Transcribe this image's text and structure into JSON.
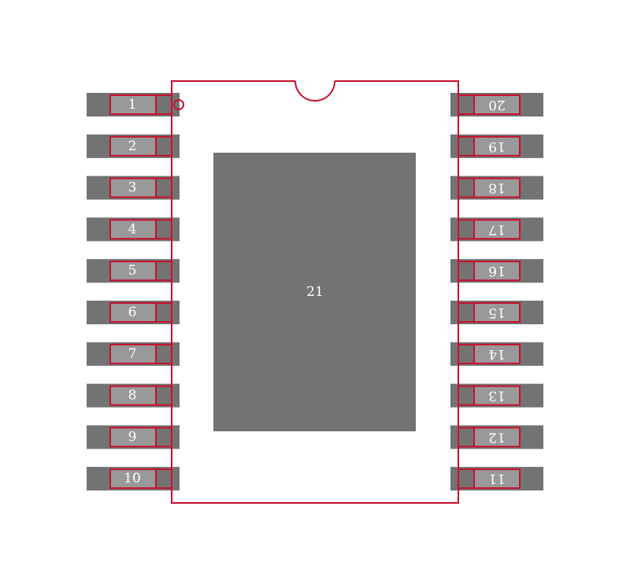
{
  "footprint": {
    "left_pins": [
      "1",
      "2",
      "3",
      "4",
      "5",
      "6",
      "7",
      "8",
      "9",
      "10"
    ],
    "right_pins": [
      "20",
      "19",
      "18",
      "17",
      "16",
      "15",
      "14",
      "13",
      "12",
      "11"
    ],
    "center_pad": "21"
  },
  "colors": {
    "pad": "#737373",
    "pad_inner": "#999999",
    "outline": "#c8102e",
    "background": "#ffffff"
  }
}
